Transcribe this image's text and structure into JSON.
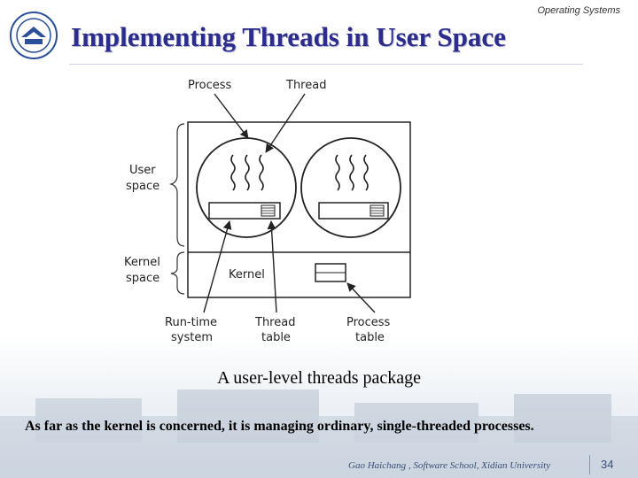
{
  "header": {
    "course": "Operating Systems"
  },
  "slide": {
    "title": "Implementing Threads in User Space"
  },
  "diagram": {
    "labels": {
      "process": "Process",
      "thread": "Thread",
      "user_space_1": "User",
      "user_space_2": "space",
      "kernel_space_1": "Kernel",
      "kernel_space_2": "space",
      "kernel": "Kernel",
      "runtime_1": "Run-time",
      "runtime_2": "system",
      "thread_table_1": "Thread",
      "thread_table_2": "table",
      "process_table_1": "Process",
      "process_table_2": "table"
    },
    "caption": "A user-level threads package"
  },
  "body": {
    "text": "As far as the kernel is concerned, it is managing ordinary, single-threaded processes."
  },
  "footer": {
    "credit": "Gao Haichang , Software School, Xidian University",
    "page": "34"
  },
  "colors": {
    "title": "#2c2c8c",
    "footer": "#3a4e7a"
  }
}
